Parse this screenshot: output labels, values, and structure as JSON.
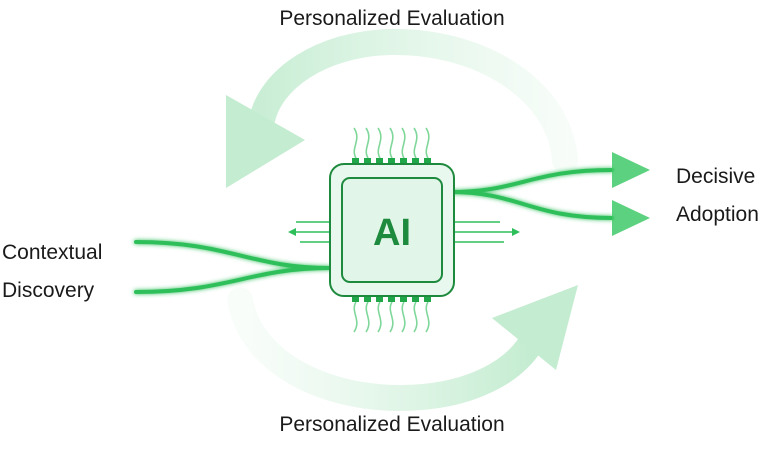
{
  "diagram": {
    "top_label": "Personalized Evaluation",
    "bottom_label": "Personalized Evaluation",
    "left_label": {
      "line1": "Contextual",
      "line2": "Discovery"
    },
    "right_label": {
      "line1": "Decisive",
      "line2": "Adoption"
    },
    "chip_label": "AI"
  },
  "colors": {
    "accent": "#2fbf5a",
    "accent_dark": "#1e8a3e",
    "accent_light": "#d6f2de",
    "chip_fill": "#e9f8ee",
    "text": "#1a1a1a"
  },
  "icons": {
    "chip": "ai-chip-icon",
    "arrow": "arrow-icon"
  }
}
